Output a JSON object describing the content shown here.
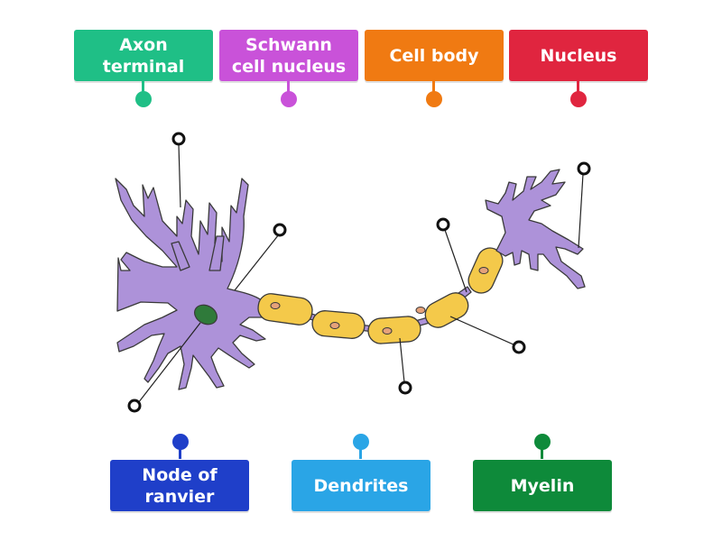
{
  "tiles_top": [
    {
      "id": "axon-terminal",
      "label": "Axon\nterminal",
      "color": "#1fbf86"
    },
    {
      "id": "schwann-cell-nucleus",
      "label": "Schwann\ncell nucleus",
      "color": "#c952d9"
    },
    {
      "id": "cell-body",
      "label": "Cell body",
      "color": "#f07a12"
    },
    {
      "id": "nucleus",
      "label": "Nucleus",
      "color": "#e0253f"
    }
  ],
  "tiles_bottom": [
    {
      "id": "node-of-ranvier",
      "label": "Node of\nranvier",
      "color": "#1f3fc9"
    },
    {
      "id": "dendrites",
      "label": "Dendrites",
      "color": "#2aa5e6"
    },
    {
      "id": "myelin",
      "label": "Myelin",
      "color": "#0e8a3a"
    }
  ],
  "colors": {
    "neuron_fill": "#ad92d9",
    "neuron_stroke": "#3a3a3a",
    "myelin_fill": "#f4c94a",
    "schwann_nucleus_fill": "#e6a27a",
    "nucleus_fill": "#2f7a3a"
  }
}
